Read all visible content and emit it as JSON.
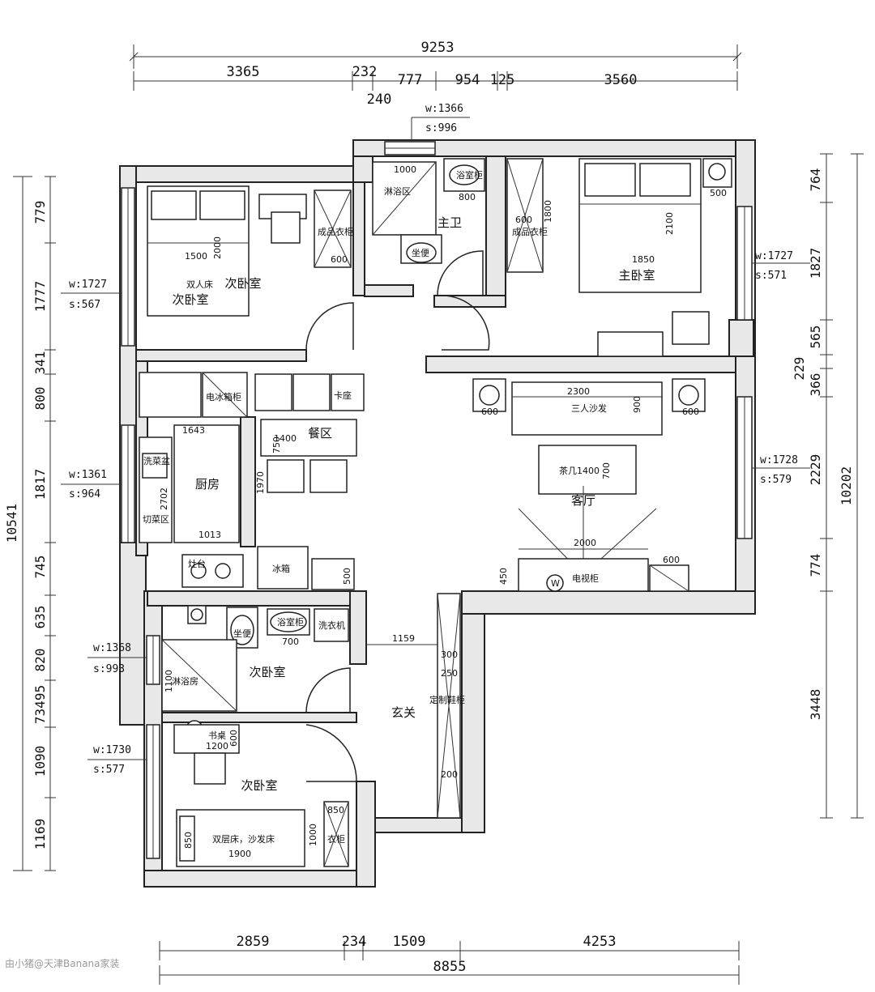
{
  "dims": {
    "top_total": "9253",
    "top": [
      "3365",
      "232",
      "240",
      "777",
      "954",
      "125",
      "3560"
    ],
    "bottom_total": "8855",
    "bottom": [
      "2859",
      "234",
      "1509",
      "4253"
    ],
    "left_total": "10541",
    "left": [
      "779",
      "1777",
      "341",
      "800",
      "1817",
      "745",
      "635",
      "820",
      "73495",
      "1090",
      "1169"
    ],
    "right_total": "10202",
    "right": [
      "764",
      "1827",
      "565",
      "229",
      "366",
      "2229",
      "774",
      "3448"
    ]
  },
  "windows": {
    "top": {
      "w": "w:1366",
      "s": "s:996"
    },
    "left_bed": {
      "w": "w:1727",
      "s": "s:567"
    },
    "left_kitchen": {
      "w": "w:1361",
      "s": "s:964"
    },
    "left_bath": {
      "w": "w:1368",
      "s": "s:993"
    },
    "left_bed2": {
      "w": "w:1730",
      "s": "s:577"
    },
    "right_master": {
      "w": "w:1727",
      "s": "s:571"
    },
    "right_living": {
      "w": "w:1728",
      "s": "s:579"
    }
  },
  "rooms": {
    "master_bath": "主卫",
    "second_bed_top": "次卧室",
    "second_bed_top_b": "次卧室",
    "double_bed": "双人床",
    "master_bed": "主卧室",
    "kitchen": "厨房",
    "dining": "餐区",
    "living": "客厅",
    "second_bed_mid": "次卧室",
    "foyer": "玄关",
    "second_bed_bottom": "次卧室"
  },
  "labels": {
    "shower_area": "淋浴区",
    "shower_1000": "1000",
    "basin": "浴室柜",
    "basin_800": "800",
    "toilet": "坐便",
    "wardrobe_top": "成品衣柜",
    "wardrobe_600": "600",
    "bed_1500": "1500",
    "bed_2000": "2000",
    "master_wardrobe": "成品衣柜",
    "master_600": "600",
    "master_1800": "1800",
    "master_bed_1850": "1850",
    "master_bed_2100": "2100",
    "master_500": "500",
    "fridge_cab": "电冰箱柜",
    "card_seat": "卡座",
    "dining_750": "750",
    "dining_1400": "1400",
    "kitchen_1643": "1643",
    "kitchen_1970": "1970",
    "kitchen_2702": "2702",
    "kitchen_1013": "1013",
    "wash_veg": "洗菜盆",
    "cut_area": "切菜区",
    "stove": "灶台",
    "fridge": "冰箱",
    "cab_500": "500",
    "sofa": "三人沙发",
    "sofa_2300": "2300",
    "sofa_900": "900",
    "side_600a": "600",
    "side_600b": "600",
    "coffee_table": "茶几",
    "coffee_1400": "1400",
    "coffee_700": "700",
    "tv_2000": "2000",
    "tv_cab": "电视柜",
    "tv_600": "600",
    "tv_450": "450",
    "toilet2": "坐便",
    "basin2": "浴室柜",
    "basin2_700": "700",
    "washer": "洗衣机",
    "shower2": "淋浴房",
    "shower2_1100": "1100",
    "corridor_1159": "1159",
    "shoe_300": "300",
    "shoe_250": "250",
    "shoe_cab": "定制鞋柜",
    "shoe_200": "200",
    "desk": "书桌",
    "desk_1200": "1200",
    "desk_600": "600",
    "daybed": "双层床，沙发床",
    "daybed_1900": "1900",
    "daybed_850": "850",
    "daybed_1000": "1000",
    "closet_850": "850",
    "closet": "衣柜",
    "w_icon": "W"
  },
  "watermark": "由小猪@天津Banana家装"
}
